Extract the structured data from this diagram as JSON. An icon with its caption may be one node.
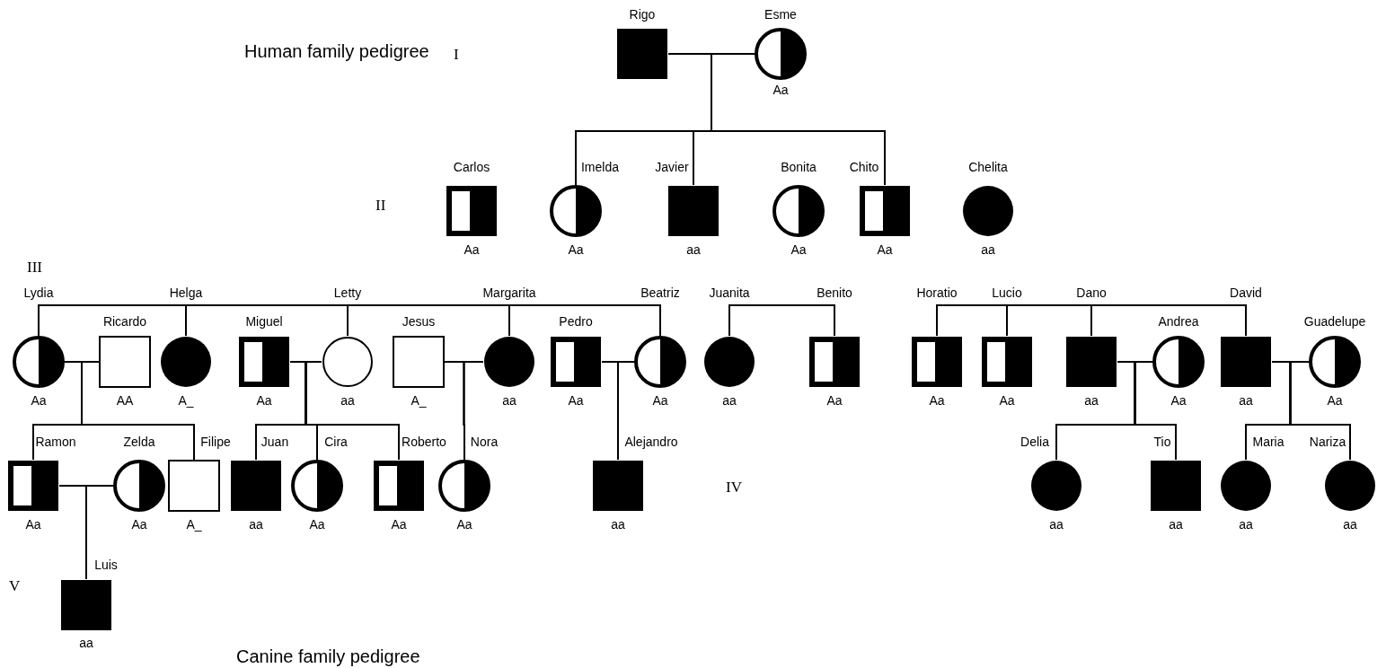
{
  "diagram": {
    "title": "Human family pedigree",
    "caption": "Canine family pedigree",
    "nodes": [
      {
        "text": [
          "Rigo"
        ]
      },
      {
        "text": [
          "Esme",
          "Aa"
        ]
      },
      {
        "text": [
          "Carlos",
          "Aa"
        ]
      },
      {
        "text": [
          "Imelda",
          "Aa"
        ]
      },
      {
        "text": [
          "Javier",
          "aa"
        ]
      },
      {
        "text": [
          "Bonita",
          "Aa"
        ]
      },
      {
        "text": [
          "Chito",
          "Aa"
        ]
      },
      {
        "text": [
          "Chelita",
          "aa"
        ]
      },
      {
        "text": [
          "Lydia",
          "Aa"
        ]
      },
      {
        "text": [
          "Ricardo",
          "AA"
        ]
      },
      {
        "text": [
          "Helga",
          "A_"
        ]
      },
      {
        "text": [
          "Miguel",
          "Aa"
        ]
      },
      {
        "text": [
          "Letty",
          "aa"
        ]
      },
      {
        "text": [
          "Jesus",
          "A_"
        ]
      },
      {
        "text": [
          "Margarita",
          "aa"
        ]
      },
      {
        "text": [
          "Pedro",
          "Aa"
        ]
      },
      {
        "text": [
          "Beatriz",
          "Aa"
        ]
      },
      {
        "text": [
          "Juanita",
          "aa"
        ]
      },
      {
        "text": [
          "Benito",
          "Aa"
        ]
      },
      {
        "text": [
          "Horatio",
          "Aa"
        ]
      },
      {
        "text": [
          "Lucio",
          "Aa"
        ]
      },
      {
        "text": [
          "Dano",
          "aa"
        ]
      },
      {
        "text": [
          "Andrea",
          "Aa"
        ]
      },
      {
        "text": [
          "David",
          "aa"
        ]
      },
      {
        "text": [
          "Guadelupe",
          "Aa"
        ]
      },
      {
        "text": [
          "Ramon",
          "Aa"
        ]
      },
      {
        "text": [
          "Zelda",
          "Aa"
        ]
      },
      {
        "text": [
          "Filipe",
          "A_"
        ]
      },
      {
        "text": [
          "Juan",
          "aa"
        ]
      },
      {
        "text": [
          "Cira",
          "Aa"
        ]
      },
      {
        "text": [
          "Roberto",
          "Aa"
        ]
      },
      {
        "text": [
          "Nora",
          "Aa"
        ]
      },
      {
        "text": [
          "Alejandro",
          "aa"
        ]
      },
      {
        "text": [
          "Delia",
          "aa"
        ]
      },
      {
        "text": [
          "Tio",
          "aa"
        ]
      },
      {
        "text": [
          "Maria",
          "aa"
        ]
      },
      {
        "text": [
          "Nariza",
          "aa"
        ]
      },
      {
        "text": [
          "Luis",
          "aa"
        ]
      }
    ],
    "edges": [
      {
        "from": 0,
        "to": 1,
        "arrow": "none"
      },
      {
        "from": 8,
        "to": 9,
        "arrow": "none"
      },
      {
        "from": 11,
        "to": 12,
        "arrow": "none"
      },
      {
        "from": 13,
        "to": 14,
        "arrow": "none"
      },
      {
        "from": 15,
        "to": 16,
        "arrow": "none"
      },
      {
        "from": 21,
        "to": 22,
        "arrow": "none"
      },
      {
        "from": 23,
        "to": 24,
        "arrow": "none"
      },
      {
        "from": 25,
        "to": 26,
        "arrow": "none"
      },
      {
        "from": 0,
        "to": 3,
        "arrow": "none"
      },
      {
        "from": 1,
        "to": 3,
        "arrow": "none"
      },
      {
        "from": 0,
        "to": 4,
        "arrow": "none"
      },
      {
        "from": 1,
        "to": 4,
        "arrow": "none"
      },
      {
        "from": 0,
        "to": 6,
        "arrow": "none"
      },
      {
        "from": 1,
        "to": 6,
        "arrow": "none"
      },
      {
        "from": 8,
        "to": 25,
        "arrow": "none"
      },
      {
        "from": 9,
        "to": 25,
        "arrow": "none"
      },
      {
        "from": 8,
        "to": 27,
        "arrow": "none"
      },
      {
        "from": 9,
        "to": 27,
        "arrow": "none"
      },
      {
        "from": 11,
        "to": 28,
        "arrow": "none"
      },
      {
        "from": 12,
        "to": 28,
        "arrow": "none"
      },
      {
        "from": 11,
        "to": 29,
        "arrow": "none"
      },
      {
        "from": 12,
        "to": 29,
        "arrow": "none"
      },
      {
        "from": 11,
        "to": 30,
        "arrow": "none"
      },
      {
        "from": 12,
        "to": 30,
        "arrow": "none"
      },
      {
        "from": 13,
        "to": 31,
        "arrow": "none"
      },
      {
        "from": 14,
        "to": 31,
        "arrow": "none"
      },
      {
        "from": 15,
        "to": 32,
        "arrow": "none"
      },
      {
        "from": 16,
        "to": 32,
        "arrow": "none"
      },
      {
        "from": 21,
        "to": 33,
        "arrow": "none"
      },
      {
        "from": 22,
        "to": 33,
        "arrow": "none"
      },
      {
        "from": 21,
        "to": 34,
        "arrow": "none"
      },
      {
        "from": 22,
        "to": 34,
        "arrow": "none"
      },
      {
        "from": 23,
        "to": 35,
        "arrow": "none"
      },
      {
        "from": 24,
        "to": 35,
        "arrow": "none"
      },
      {
        "from": 23,
        "to": 36,
        "arrow": "none"
      },
      {
        "from": 24,
        "to": 36,
        "arrow": "none"
      },
      {
        "from": 25,
        "to": 37,
        "arrow": "none"
      },
      {
        "from": 26,
        "to": 37,
        "arrow": "none"
      },
      {
        "from": 8,
        "to": 10,
        "arrow": "none"
      },
      {
        "from": 10,
        "to": 12,
        "arrow": "none"
      },
      {
        "from": 12,
        "to": 14,
        "arrow": "none"
      },
      {
        "from": 14,
        "to": 16,
        "arrow": "none"
      },
      {
        "from": 17,
        "to": 18,
        "arrow": "none"
      },
      {
        "from": 19,
        "to": 20,
        "arrow": "none"
      },
      {
        "from": 20,
        "to": 21,
        "arrow": "none"
      },
      {
        "from": 21,
        "to": 23,
        "arrow": "none"
      }
    ],
    "labels": [
      "I",
      "II",
      "III",
      "IV",
      "V"
    ]
  }
}
